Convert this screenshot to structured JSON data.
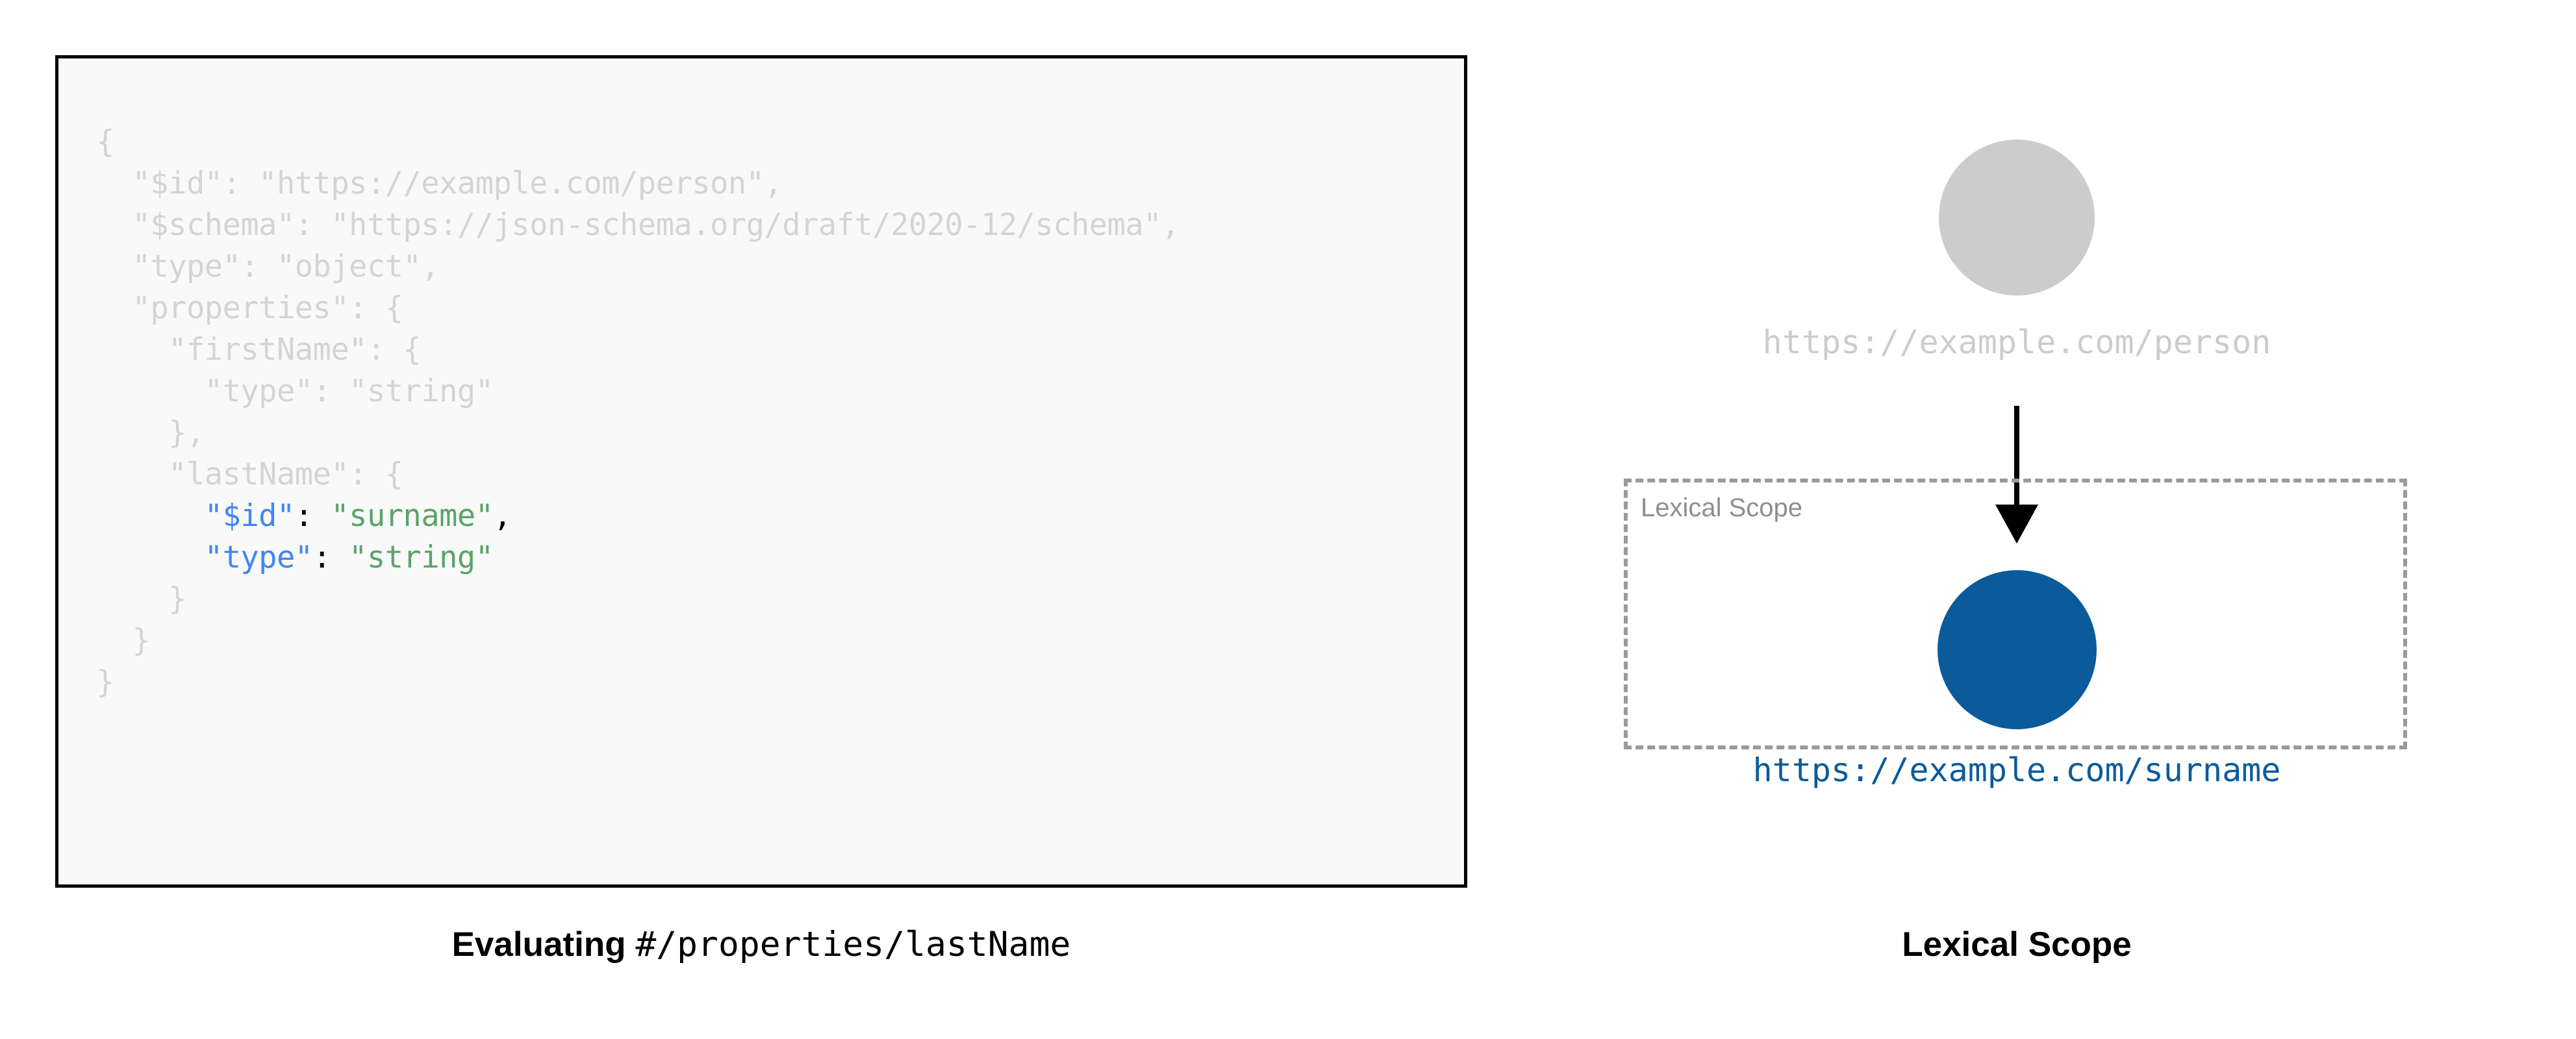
{
  "code_panel": {
    "language": "json",
    "lines": [
      [
        {
          "t": "{",
          "c": "dim"
        }
      ],
      [
        {
          "t": "  \"$id\": \"https://example.com/person\",",
          "c": "dim"
        }
      ],
      [
        {
          "t": "  \"$schema\": \"https://json-schema.org/draft/2020-12/schema\",",
          "c": "dim"
        }
      ],
      [
        {
          "t": "  \"type\": \"object\",",
          "c": "dim"
        }
      ],
      [
        {
          "t": "  \"properties\": {",
          "c": "dim"
        }
      ],
      [
        {
          "t": "    \"firstName\": {",
          "c": "dim"
        }
      ],
      [
        {
          "t": "      \"type\": \"string\"",
          "c": "dim"
        }
      ],
      [
        {
          "t": "    },",
          "c": "dim"
        }
      ],
      [
        {
          "t": "    \"lastName\": {",
          "c": "dim"
        }
      ],
      [
        {
          "t": "      ",
          "c": "dim"
        },
        {
          "t": "\"$id\"",
          "c": "key"
        },
        {
          "t": ": ",
          "c": "pun"
        },
        {
          "t": "\"surname\"",
          "c": "str"
        },
        {
          "t": ",",
          "c": "pun"
        }
      ],
      [
        {
          "t": "      ",
          "c": "dim"
        },
        {
          "t": "\"type\"",
          "c": "key"
        },
        {
          "t": ": ",
          "c": "pun"
        },
        {
          "t": "\"string\"",
          "c": "str"
        }
      ],
      [
        {
          "t": "    }",
          "c": "dim"
        }
      ],
      [
        {
          "t": "  }",
          "c": "dim"
        }
      ],
      [
        {
          "t": "}",
          "c": "dim"
        }
      ]
    ],
    "colors": {
      "dim": "#d4d4d4",
      "key": "#4285f4",
      "string": "#5aa469",
      "punctuation": "#000000",
      "background": "#f9f9f9",
      "border": "#000000"
    }
  },
  "caption_left": {
    "strong": "Evaluating ",
    "mono": "#/properties/lastName"
  },
  "diagram": {
    "parent_node": {
      "label": "https://example.com/person",
      "color": "#cccccc"
    },
    "child_node": {
      "label": "https://example.com/surname",
      "color": "#0b5b9b"
    },
    "scope_box": {
      "label": "Lexical Scope",
      "border_color": "#9a9a9a",
      "border_style": "dashed"
    },
    "arrow": {
      "name": "downward-arrow",
      "color": "#000000"
    }
  },
  "caption_right": {
    "text": "Lexical Scope"
  }
}
